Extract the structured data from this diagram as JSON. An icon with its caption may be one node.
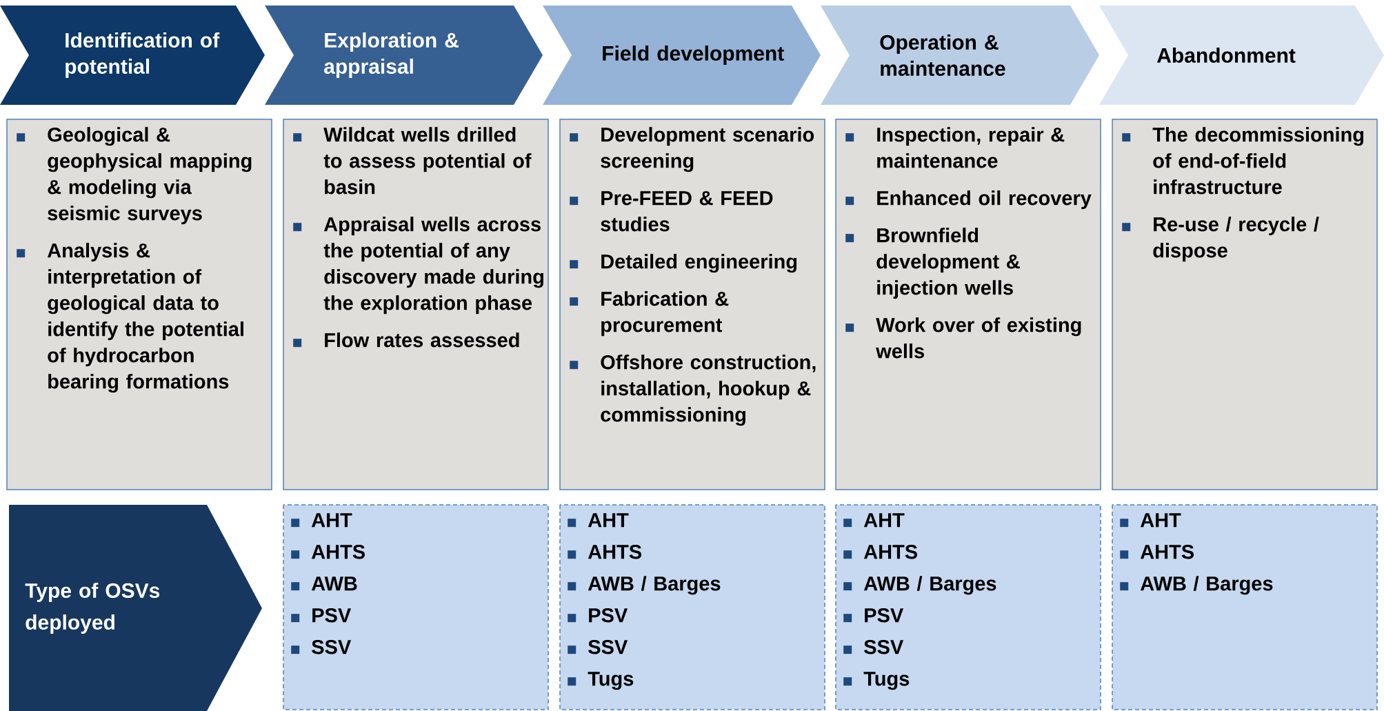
{
  "diagram": {
    "nodes": [
      {
        "text": [
          "Identification of potential"
        ]
      },
      {
        "text": [
          "Exploration & appraisal"
        ]
      },
      {
        "text": [
          "Field development"
        ]
      },
      {
        "text": [
          "Operation & maintenance"
        ]
      },
      {
        "text": [
          "Abandonment"
        ]
      },
      {
        "text": [
          "Geological & geophysical mapping & modeling via seismic surveys",
          "Analysis & interpretation of geological data to identify the potential of hydrocarbon bearing formations"
        ]
      },
      {
        "text": [
          "Wildcat wells drilled to assess potential of basin",
          "Appraisal wells across the potential of any discovery made during the exploration phase",
          "Flow rates assessed"
        ]
      },
      {
        "text": [
          "Development scenario screening",
          "Pre-FEED & FEED studies",
          "Detailed engineering",
          "Fabrication & procurement",
          "Offshore construction, installation, hookup & commissioning"
        ]
      },
      {
        "text": [
          "Inspection, repair & maintenance",
          "Enhanced oil recovery",
          "Brownfield development & injection wells",
          "Work over of existing wells"
        ]
      },
      {
        "text": [
          "The decommissioning of end-of-field infrastructure",
          "Re-use / recycle / dispose"
        ]
      },
      {
        "text": [
          "Type of OSVs deployed"
        ]
      },
      {
        "text": [
          "AHT",
          "AHTS",
          "AWB",
          "PSV",
          "SSV"
        ]
      },
      {
        "text": [
          "AHT",
          "AHTS",
          "AWB / Barges",
          "PSV",
          "SSV",
          "Tugs"
        ]
      },
      {
        "text": [
          "AHT",
          "AHTS",
          "AWB / Barges",
          "PSV",
          "SSV",
          "Tugs"
        ]
      },
      {
        "text": [
          "AHT",
          "AHTS",
          "AWB / Barges"
        ]
      }
    ]
  }
}
